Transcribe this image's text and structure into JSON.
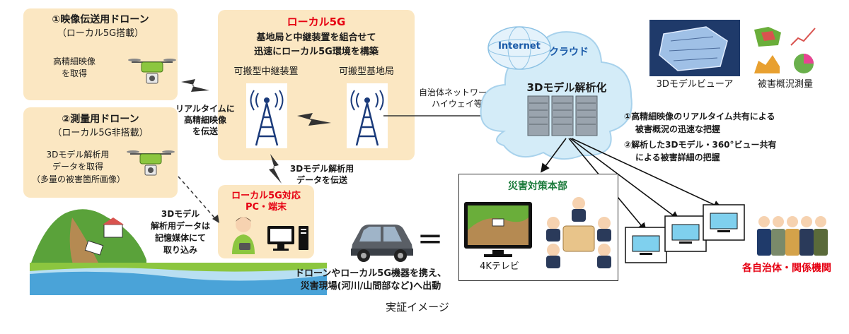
{
  "drone1": {
    "title": "①映像伝送用ドローン",
    "subtitle": "（ローカル5G搭載）",
    "desc_line1": "高精細映像",
    "desc_line2": "を取得"
  },
  "drone2": {
    "title": "②測量用ドローン",
    "subtitle": "（ローカル5G非搭載）",
    "desc_line1": "3Dモデル解析用",
    "desc_line2": "データを取得",
    "desc_line3": "（多量の被害箇所画像）"
  },
  "local5g": {
    "title": "ローカル5G",
    "desc_line1": "基地局と中継装置を組合せて",
    "desc_line2": "迅速にローカル5G環境を構築",
    "relay_label": "可搬型中継装置",
    "base_label": "可搬型基地局"
  },
  "realtime_label": {
    "line1": "リアルタイムに",
    "line2": "高精細映像",
    "line3": "を伝送"
  },
  "transfer_label": {
    "line1": "3Dモデル解析用",
    "line2": "データを伝送"
  },
  "media_label": {
    "line1": "3Dモデル",
    "line2": "解析用データは",
    "line3": "記憶媒体にて",
    "line4": "取り込み"
  },
  "pc": {
    "title_line1": "ローカル5G対応",
    "title_line2": "PC・端末"
  },
  "network_label": {
    "line1": "自治体ネットワーク",
    "line2": "ハイウェイ等"
  },
  "cloud": {
    "internet": "Internet",
    "label": "クラウド",
    "server_label": "3Dモデル解析化"
  },
  "viewer": {
    "label1": "3Dモデルビューア",
    "label2": "被害概況測量"
  },
  "notes": {
    "line1": "①高精細映像のリアルタイム共有による",
    "line2": "被害概況の迅速な把握",
    "line3": "②解析した3Dモデル・360°ビュー共有",
    "line4": "による被害詳細の把握"
  },
  "hq": {
    "title": "災害対策本部",
    "tv_label": "4Kテレビ"
  },
  "agencies_label": "各自治体・関係機関",
  "equals": "＝",
  "dispatch": {
    "line1": "ドローンやローカル5G機器を携え、",
    "line2": "災害現場(河川/山間部など)へ出動"
  },
  "caption": "実証イメージ",
  "colors": {
    "box": "#fbe7c2",
    "accent_red": "#e60012",
    "cloud": "#d4ecf8",
    "cloud_text": "#1a5aa8"
  }
}
